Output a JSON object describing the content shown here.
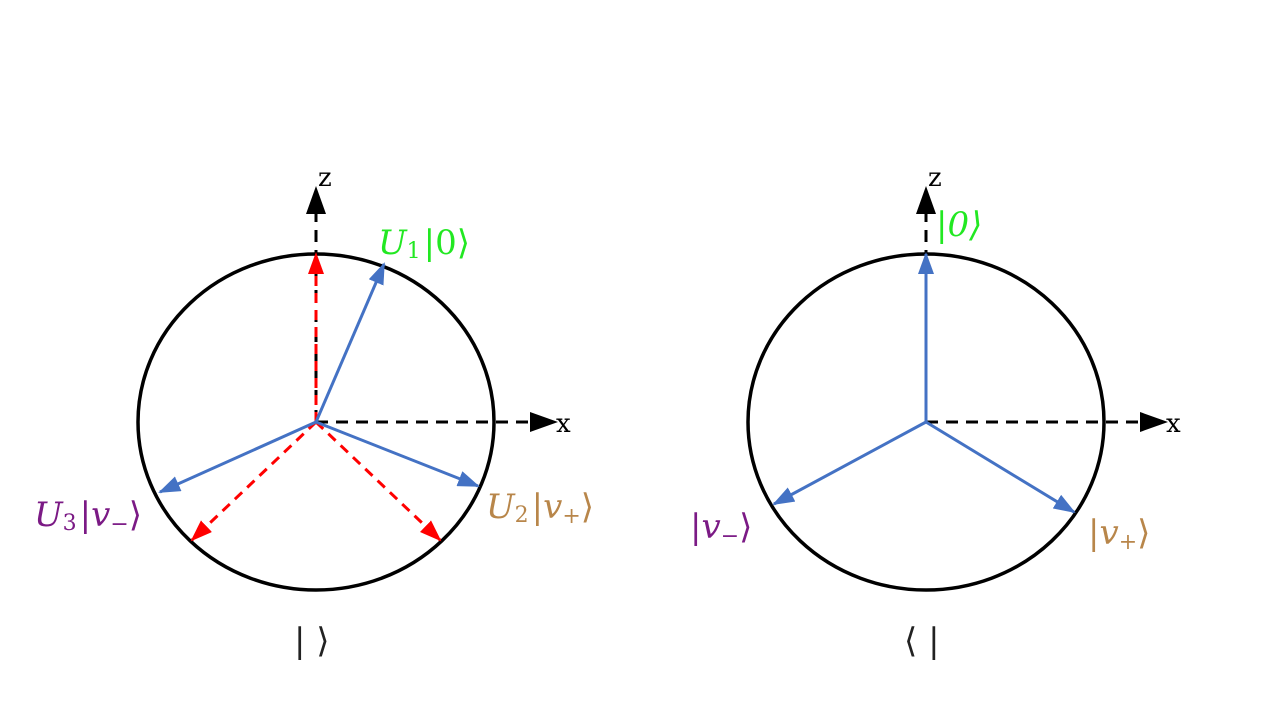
{
  "colors": {
    "circle": "#000000",
    "axis": "#000000",
    "vector": "#4472C4",
    "dashed_vector": "#FF0000",
    "green_label": "#22E822",
    "purple_label": "#7B1A85",
    "tan_label": "#B8864A"
  },
  "left_panel": {
    "z_label": "z",
    "x_label": "x",
    "u1_op": "U",
    "u1_sub": "1",
    "u1_ket": "|0⟩",
    "u2_op": "U",
    "u2_sub": "2",
    "u2_ket_bar": "|",
    "u2_ket_v": "v",
    "u2_ket_sub": "+",
    "u2_ket_close": "⟩",
    "u3_op": "U",
    "u3_sub": "3",
    "u3_ket_bar": "|",
    "u3_ket_v": "v",
    "u3_ket_sub": "−",
    "u3_ket_close": "⟩",
    "caption": "| ⟩"
  },
  "right_panel": {
    "z_label": "z",
    "x_label": "x",
    "ket0": "|0⟩",
    "vm_bar": "|",
    "vm_v": "v",
    "vm_sub": "−",
    "vm_close": "⟩",
    "vp_bar": "|",
    "vp_v": "v",
    "vp_sub": "+",
    "vp_close": "⟩",
    "caption": "⟨ |"
  }
}
